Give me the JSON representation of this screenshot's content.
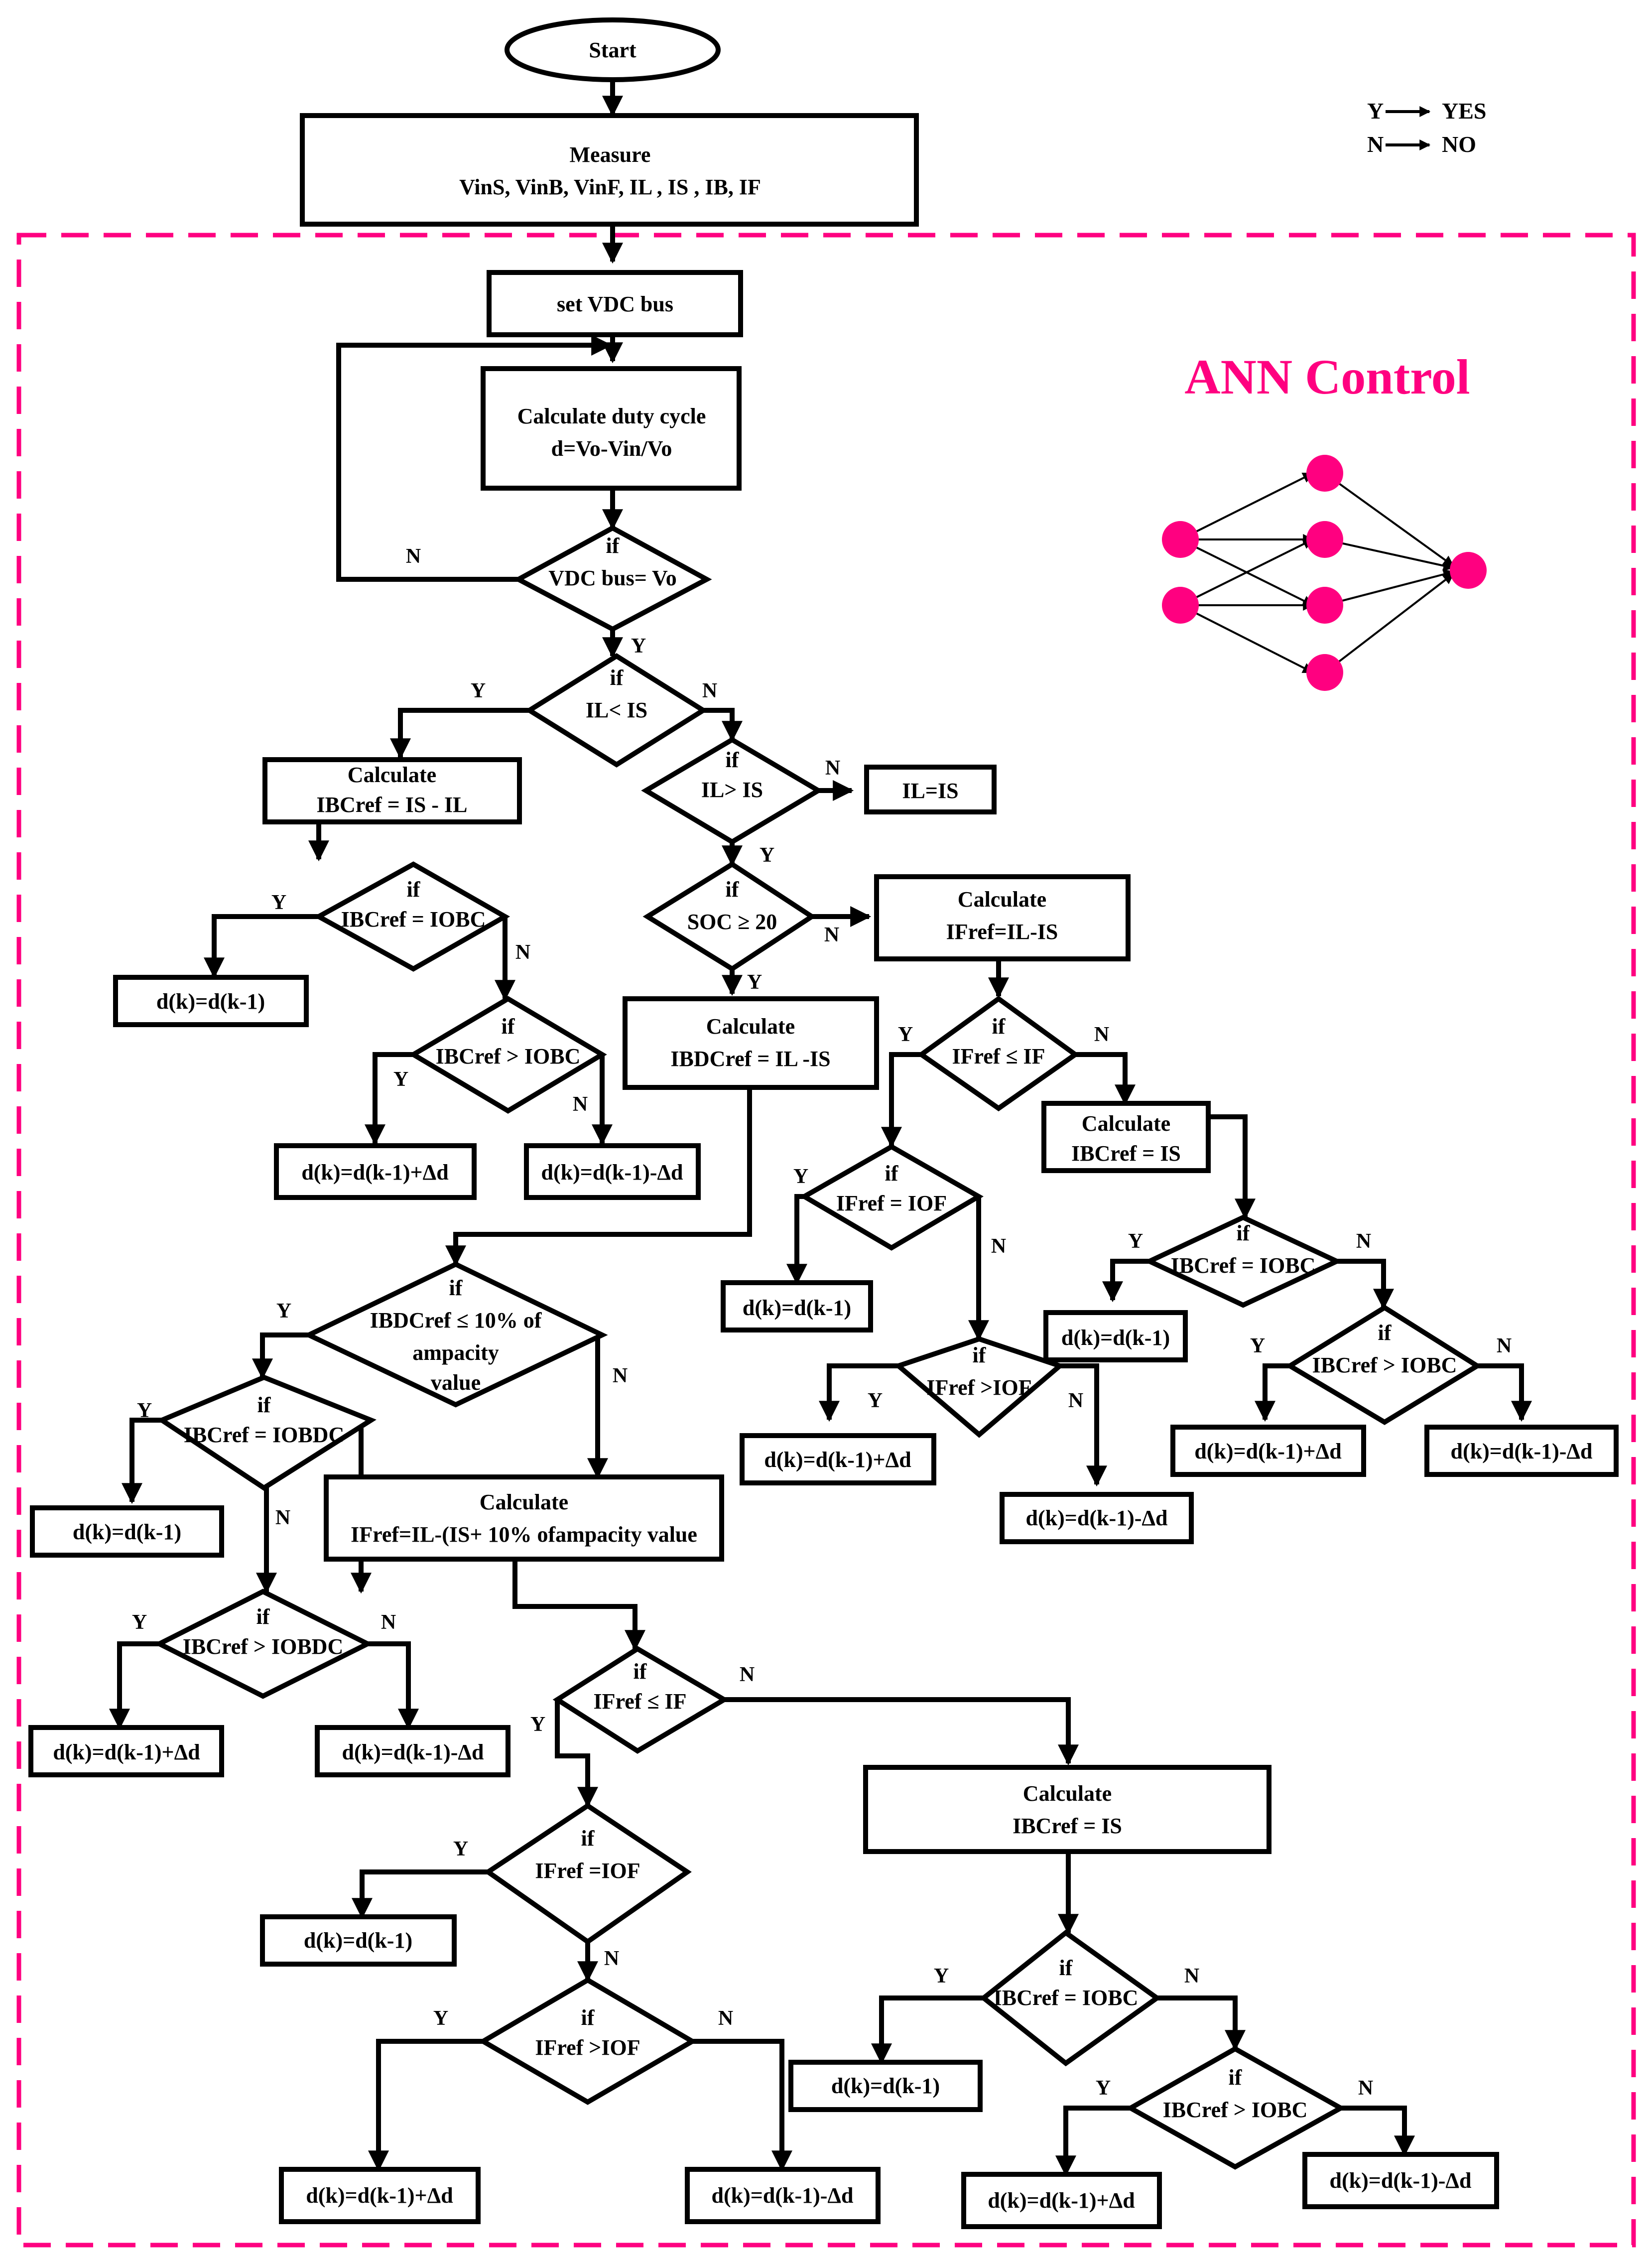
{
  "legend": {
    "yes_key": "Y",
    "yes_value": "YES",
    "no_key": "N",
    "no_value": "NO"
  },
  "ann": {
    "title": "ANN Control",
    "color": "#ff0080"
  },
  "labels": {
    "yes": "Y",
    "no": "N"
  },
  "texts": {
    "start": "Start",
    "measure_title": "Measure",
    "measure_vars": "VinS, VinB, VinF, IL , IS , IB, IF",
    "set_vdc": "set VDC bus",
    "duty_title": "Calculate duty cycle",
    "duty_formula": "d=Vo-Vin/Vo",
    "if": "if",
    "d_vdc": "VDC bus= Vo",
    "d_il_lt_is": "IL< IS",
    "calc": "Calculate",
    "ibcref_is_il": "IBCref = IS - IL",
    "d_il_gt_is": "IL> IS",
    "il_eq_is": "IL=IS",
    "d_soc": "SOC ≥ 20",
    "ifref_il_is": "IFref=IL-IS",
    "d_ibcref_eq_iobc": "IBCref = IOBC",
    "d_ibcref_gt_iobc": "IBCref > IOBC",
    "ibdcref_il_is": "IBDCref = IL -IS",
    "d_ifref_le_if": "IFref ≤ IF",
    "ibcref_is": "IBCref = IS",
    "d_ifref_eq_iof_a": "IFref = IOF",
    "d_ifref_gt_iof_a": "IFref >IOF",
    "d_ibdcref_10": "IBDCref ≤ 10% of",
    "ampacity": "ampacity",
    "value": "value",
    "d_ibcref_eq_iobdc": "IBCref = IOBDC",
    "d_ibcref_gt_iobdc": "IBCref > IOBDC",
    "ifref_long": "IFref=IL-(IS+ 10% ofampacity value",
    "d_ifref_eq_iof_b": "IFref =IOF",
    "dk_same": "d(k)=d(k-1)",
    "dk_plus": "d(k)=d(k-1)+Δd",
    "dk_minus": "d(k)=d(k-1)-Δd"
  }
}
